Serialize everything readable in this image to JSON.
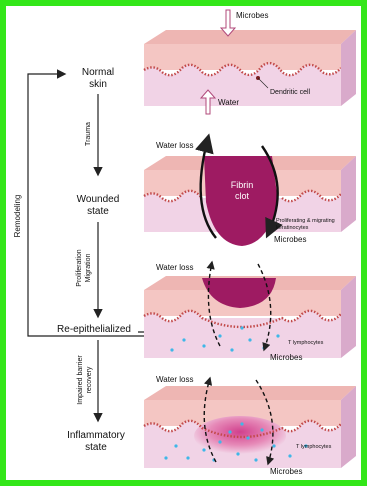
{
  "stages": {
    "normal": "Normal",
    "normal2": "skin",
    "wounded": "Wounded",
    "wounded2": "state",
    "reepi": "Re-epithelialized",
    "inflammatory": "Inflammatory",
    "inflammatory2": "state"
  },
  "transitions": {
    "trauma": "Trauma",
    "proliferation": "Proliferation",
    "migration": "Migration",
    "impaired1": "Impaired barrier",
    "impaired2": "recovery",
    "remodeling": "Remodeling"
  },
  "panel1": {
    "microbes": "Microbes",
    "water": "Water",
    "dendritic": "Dendritic cell"
  },
  "panel2": {
    "water_loss": "Water loss",
    "fibrin1": "Fibrin",
    "fibrin2": "clot",
    "kera1": "Proliferating & migrating",
    "kera2": "keratinocytes",
    "microbes": "Microbes"
  },
  "panel3": {
    "water_loss": "Water loss",
    "tcells": "T lymphocytes",
    "microbes": "Microbes"
  },
  "panel4": {
    "water_loss": "Water loss",
    "tcells": "T lymphocytes",
    "microbes": "Microbes"
  },
  "colors": {
    "border": "#33e619",
    "epidermis": "#f4c6c3",
    "skin_top": "#eeb6b3",
    "dermis": "#f1d3e6",
    "dermis_side": "#d9aacb",
    "basal_dots": "#c24a4a",
    "clot": "#9e1b62",
    "tcell": "#3fb7e8",
    "arrow": "#222222"
  }
}
